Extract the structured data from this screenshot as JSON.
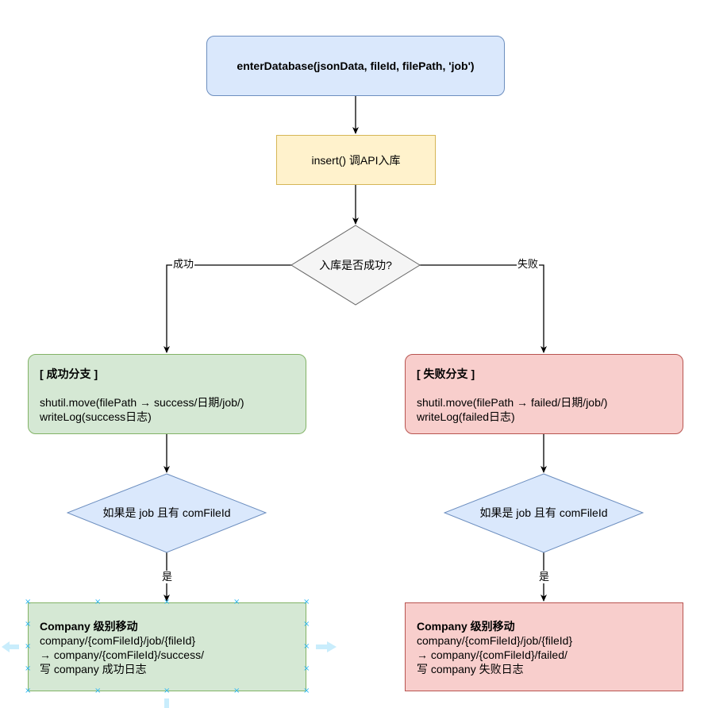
{
  "colors": {
    "blue_fill": "#dae8fc",
    "blue_stroke": "#6c8ebf",
    "yellow_fill": "#fff2cc",
    "yellow_stroke": "#d6b656",
    "grey_fill": "#f5f5f5",
    "grey_stroke": "#666666",
    "green_fill": "#d5e8d4",
    "green_stroke": "#82b366",
    "red_fill": "#f8cecc",
    "red_stroke": "#b85450",
    "selection": "#29b6f2"
  },
  "nodes": {
    "start": "enterDatabase(jsonData, fileId, filePath, 'job')",
    "insert": "insert() 调API入库",
    "decision": "入库是否成功?",
    "success_box": {
      "title": "[ 成功分支 ]",
      "line1": "shutil.move(filePath → success/日期/job/)",
      "line2": "writeLog(success日志)"
    },
    "failed_box": {
      "title": "[ 失败分支 ]",
      "line1": "shutil.move(filePath → failed/日期/job/)",
      "line2": "writeLog(failed日志)"
    },
    "check_left": "如果是 job 且有 comFileId",
    "check_right": "如果是 job 且有 comFileId",
    "company_left": {
      "title": "Company 级别移动",
      "line1": "company/{comFileId}/job/{fileId}",
      "line2": "→ company/{comFileId}/success/",
      "line3": "写 company 成功日志"
    },
    "company_right": {
      "title": "Company 级别移动",
      "line1": "company/{comFileId}/job/{fileId}",
      "line2": "→ company/{comFileId}/failed/",
      "line3": "写 company 失败日志"
    }
  },
  "edges": {
    "success_label": "成功",
    "failed_label": "失败",
    "yes_left": "是",
    "yes_right": "是"
  }
}
